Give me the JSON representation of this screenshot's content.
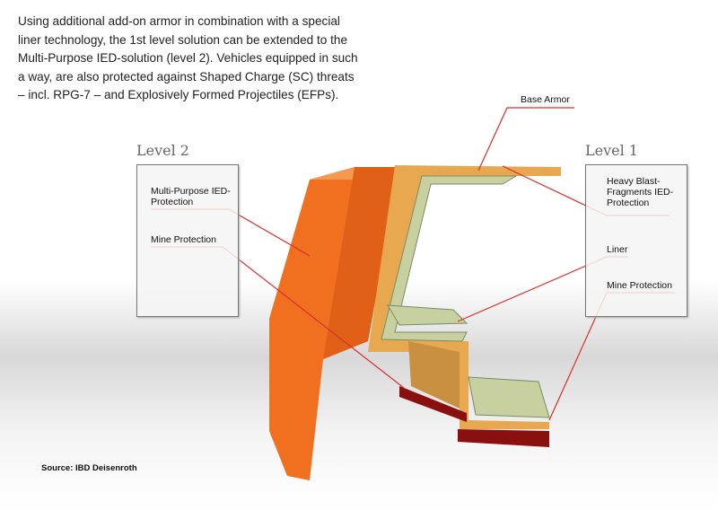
{
  "intro_text": "Using additional add-on armor in combination with a special liner technology, the 1st level solution can be extended to the Multi-Purpose IED-solution (level 2). Vehicles equipped in such a way, are also protected against Shaped Charge (SC) threats – incl. RPG-7 – and Explosively Formed Projectiles (EFPs).",
  "level2": {
    "title": "Level 2",
    "labels": [
      "Multi-Purpose IED-Protection",
      "Mine Protection"
    ]
  },
  "level1": {
    "title": "Level 1",
    "labels": [
      "Heavy Blast-Fragments IED-Protection",
      "Liner",
      "Mine Protection"
    ]
  },
  "base_armor": "Base Armor",
  "source": "Source: IBD Deisenroth",
  "colors": {
    "leader": "#d8302a",
    "orange": "#f07020",
    "tan": "#e8a850",
    "liner": "#c8d0a0",
    "mine": "#8a1010"
  }
}
